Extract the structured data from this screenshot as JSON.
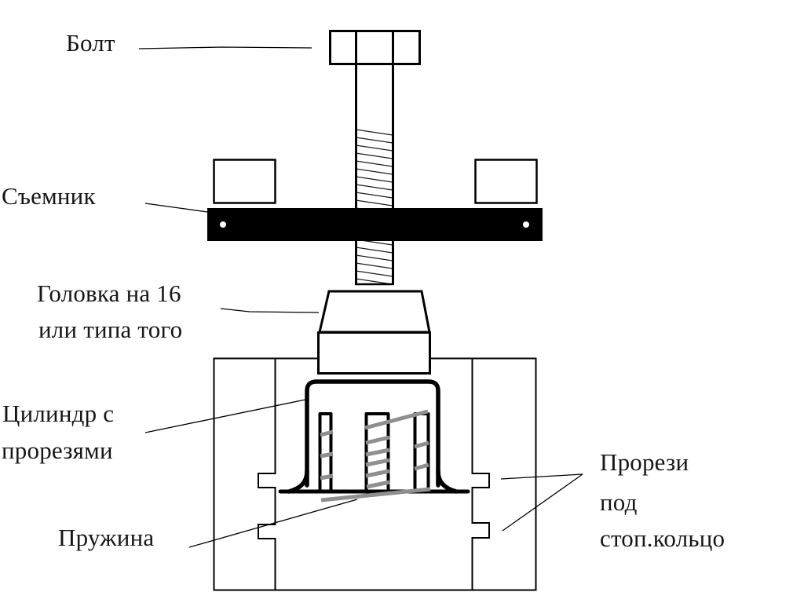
{
  "diagram": {
    "labels": {
      "bolt": "Болт",
      "puller": "Съемник",
      "head_line1": "Головка на 16",
      "head_line2": "или типа того",
      "cylinder_line1": "Цилиндр с",
      "cylinder_line2": "прорезями",
      "spring": "Пружина",
      "slots_line1": "Прорези",
      "slots_line2": "под",
      "slots_line3": "стоп.кольцо"
    },
    "colors": {
      "ink": "#000000",
      "spring_gray": "#8f8f8f",
      "background": "#ffffff"
    }
  }
}
